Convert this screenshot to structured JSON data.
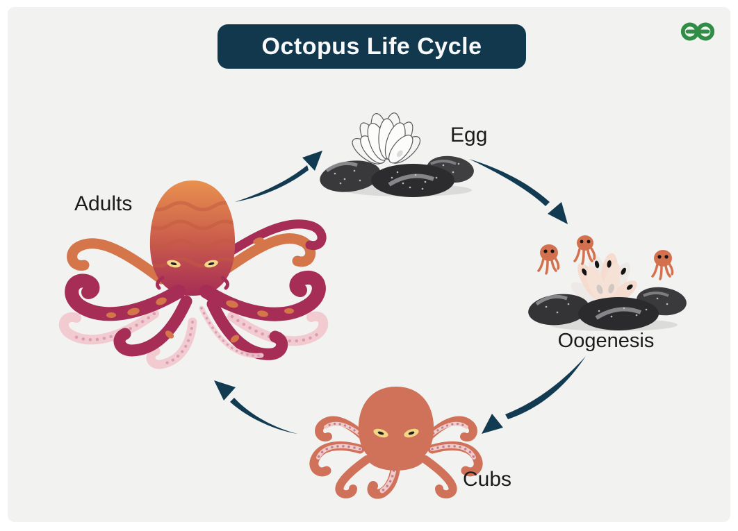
{
  "page": {
    "background_color": "#ffffff",
    "panel_color": "#f2f2f0"
  },
  "header": {
    "title": "Octopus Life Cycle",
    "banner_color": "#12384E",
    "banner_text_color": "#F8F9FB",
    "logo": "geeksforgeeks-logo",
    "logo_color": "#2F8D46"
  },
  "diagram": {
    "type": "cycle",
    "direction": "clockwise",
    "stages": [
      {
        "id": "egg",
        "label": "Egg"
      },
      {
        "id": "oogenesis",
        "label": "Oogenesis"
      },
      {
        "id": "cubs",
        "label": "Cubs"
      },
      {
        "id": "adults",
        "label": "Adults"
      }
    ],
    "arrows": [
      {
        "from": "adults",
        "to": "egg"
      },
      {
        "from": "egg",
        "to": "oogenesis"
      },
      {
        "from": "oogenesis",
        "to": "cubs"
      },
      {
        "from": "cubs",
        "to": "adults"
      }
    ],
    "arrow_color": "#123B52"
  },
  "illustration_colors": {
    "octopus_salmon": "#D0725A",
    "octopus_orange": "#D4764A",
    "octopus_crimson": "#A62D55",
    "octopus_pale_pink": "#F2CBD1",
    "sucker_pink": "#C27C9B",
    "egg_white": "#FCFCFB",
    "egg_sac_pink": "#F5DCCF",
    "rock_dark": "#2C2C2F",
    "eye_yellow": "#F5D88C"
  }
}
